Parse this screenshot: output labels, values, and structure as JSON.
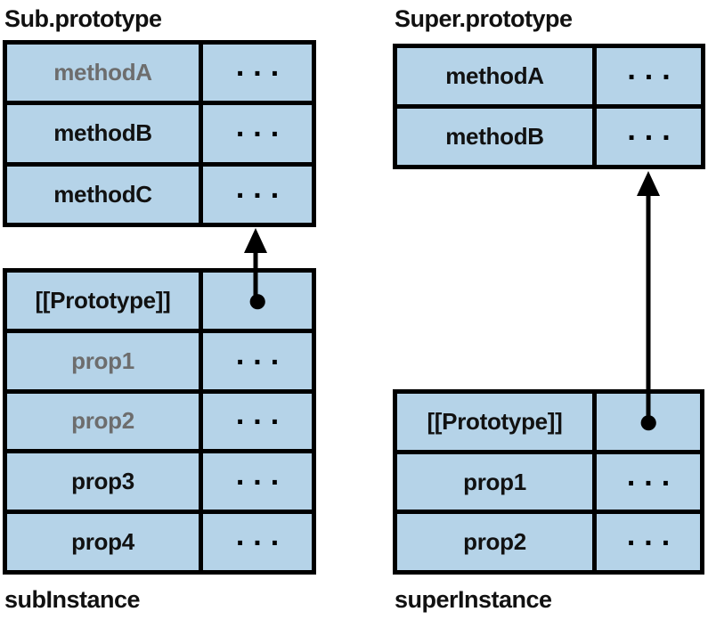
{
  "colors": {
    "cell_fill": "#b5d3e8",
    "border": "#000000",
    "text": "#111111",
    "muted_text": "#6d6d6d",
    "background": "#ffffff"
  },
  "tables": {
    "sub_prototype": {
      "title": "Sub.prototype",
      "rows": [
        {
          "name": "methodA",
          "value": "...",
          "muted": true
        },
        {
          "name": "methodB",
          "value": "...",
          "muted": false
        },
        {
          "name": "methodC",
          "value": "...",
          "muted": false
        }
      ]
    },
    "sub_instance": {
      "label": "subInstance",
      "rows": [
        {
          "name": "[[Prototype]]",
          "value": "●",
          "muted": false
        },
        {
          "name": "prop1",
          "value": "...",
          "muted": true
        },
        {
          "name": "prop2",
          "value": "...",
          "muted": true
        },
        {
          "name": "prop3",
          "value": "...",
          "muted": false
        },
        {
          "name": "prop4",
          "value": "...",
          "muted": false
        }
      ]
    },
    "super_prototype": {
      "title": "Super.prototype",
      "rows": [
        {
          "name": "methodA",
          "value": "...",
          "muted": false
        },
        {
          "name": "methodB",
          "value": "...",
          "muted": false
        }
      ]
    },
    "super_instance": {
      "label": "superInstance",
      "rows": [
        {
          "name": "[[Prototype]]",
          "value": "●",
          "muted": false
        },
        {
          "name": "prop1",
          "value": "...",
          "muted": false
        },
        {
          "name": "prop2",
          "value": "...",
          "muted": false
        }
      ]
    }
  },
  "pointers": [
    {
      "from": "subInstance [[Prototype]]",
      "to": "Sub.prototype"
    },
    {
      "from": "superInstance [[Prototype]]",
      "to": "Super.prototype"
    }
  ]
}
